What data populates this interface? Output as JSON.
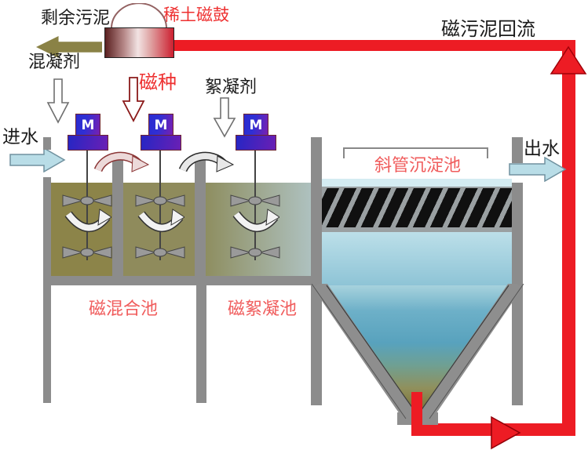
{
  "labels": {
    "surplus_sludge": "剩余污泥",
    "rare_earth_drum": "稀土磁鼓",
    "magnetic_sludge_return": "磁污泥回流",
    "coagulant": "混凝剂",
    "magnetic_seed": "磁种",
    "flocculant": "絮凝剂",
    "inlet": "进水",
    "outlet": "出水",
    "inclined_tube_tank": "斜管沉淀池",
    "magnetic_mixing_tank": "磁混合池",
    "magnetic_flocculation_tank": "磁絮凝池",
    "motor": "M"
  },
  "colors": {
    "pipe_red": "#ed1c24",
    "sludge_arrow_olive": "#8a8246",
    "tank1_water": "#8c8449",
    "tank2_water": "#8f8b5c",
    "tank3_water_left": "#8e8e60",
    "tank3_water_right": "#aec1bf",
    "sed_water_top": "#bcdfe9",
    "sed_sludge_bottom": "#776e33",
    "wall_gray": "#8c8c8c",
    "motor_blue": "#2b2bd0",
    "flow_arrow_blue": "#b9dde7",
    "red_label": "#ee3030"
  },
  "icons": {
    "left_block_arrow": "sludge discharge direction",
    "down_hollow_arrow": "chemical dosing direction",
    "right_block_arrow": "water flow direction",
    "curved_arrow": "overflow / mixing direction",
    "up_red_arrow": "sludge recirculation direction"
  }
}
